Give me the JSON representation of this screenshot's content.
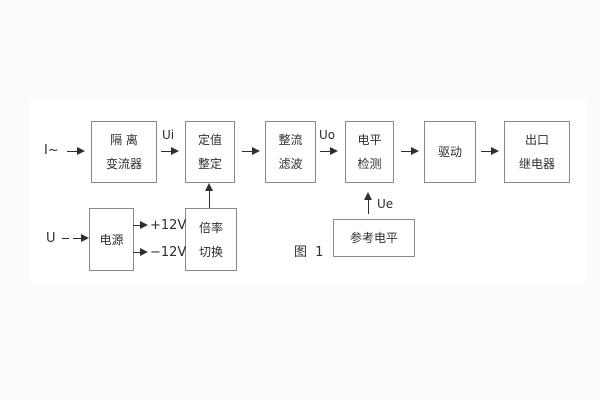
{
  "figure": {
    "caption": "图 1"
  },
  "blocks": {
    "isolation": {
      "line1": "隔 离",
      "line2": "变流器"
    },
    "setting": {
      "line1": "定值",
      "line2": "整定"
    },
    "rectifier_filter": {
      "line1": "整流",
      "line2": "滤波"
    },
    "level_detector": {
      "line1": "电平",
      "line2": "检测"
    },
    "driver": {
      "line1": "驱动"
    },
    "output_relay": {
      "line1": "出口",
      "line2": "继电器"
    },
    "power_supply": {
      "line1": "电源"
    },
    "ratio_switch": {
      "line1": "倍率",
      "line2": "切换"
    },
    "reference_level": {
      "line1": "参考电平"
    }
  },
  "signals": {
    "input_current": "I~",
    "input_voltage": "U",
    "ui": "Ui",
    "uo": "Uo",
    "ue": "Ue",
    "plus_12v": "+12V",
    "minus_12v": "−12V"
  },
  "colors": {
    "page_background": "#fcfcfc",
    "figure_background": "#ffffff",
    "box_border": "#8a8a8a",
    "line": "#2f2f2f",
    "text": "#2f2f2f"
  }
}
